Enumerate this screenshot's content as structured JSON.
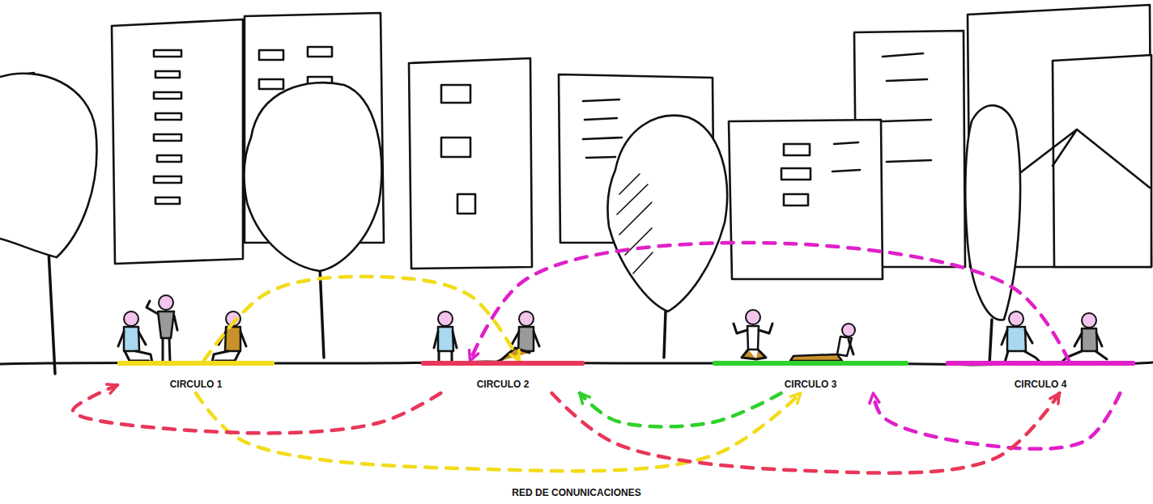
{
  "diagram": {
    "nodes": [
      {
        "text": [
          "CIRCULO 1"
        ]
      },
      {
        "text": [
          "CIRCULO 2"
        ]
      },
      {
        "text": [
          "CIRCULO 3"
        ]
      },
      {
        "text": [
          "CIRCULO 4"
        ]
      }
    ],
    "edges": [
      {
        "from": 0,
        "to": 1,
        "arrow": "to"
      },
      {
        "from": 0,
        "to": 2,
        "arrow": "to"
      },
      {
        "from": 3,
        "to": 1,
        "arrow": "to"
      },
      {
        "from": 3,
        "to": 2,
        "arrow": "to"
      },
      {
        "from": 1,
        "to": 0,
        "arrow": "to"
      },
      {
        "from": 1,
        "to": 3,
        "arrow": "to"
      },
      {
        "from": 2,
        "to": 1,
        "arrow": "to"
      }
    ],
    "labels": [
      "RED DE CONUNICACIONES"
    ]
  }
}
